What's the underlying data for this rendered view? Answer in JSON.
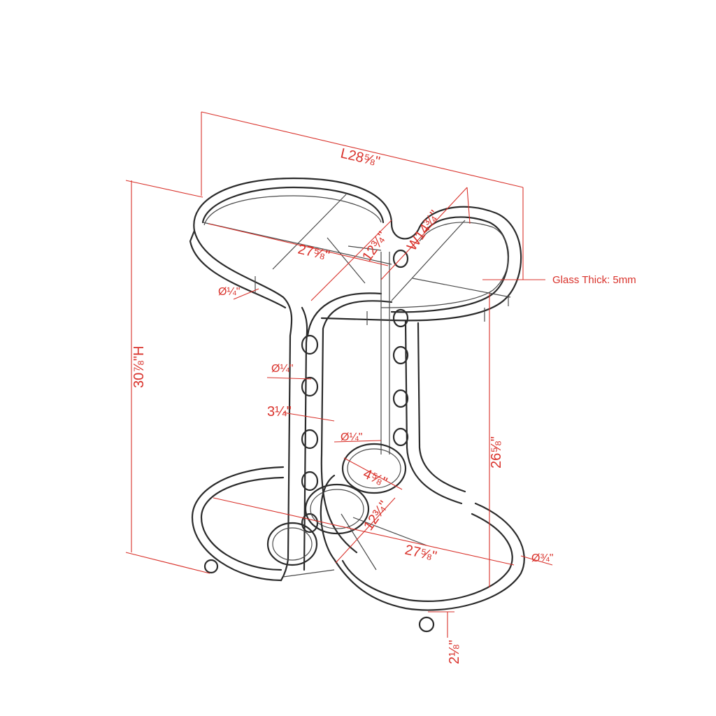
{
  "dimensions": {
    "length": "L28⅝\"",
    "height": "30⅞\"H",
    "width": "W14¾\"",
    "top_span": "27⅝\"",
    "top_depth": "12¾\"",
    "tube_top": "Ø¼\"",
    "tube_mid": "Ø¼\"",
    "ring_gap": "3¼\"",
    "ring_tube": "Ø¼\"",
    "ring_diameter": "4⅝\"",
    "bottom_depth": "12¾\"",
    "bottom_span": "27⅝\"",
    "shelf_height": "26⅝\"",
    "frame_tube": "Ø¾\"",
    "clearance": "2⅛\""
  },
  "glass_note": "Glass Thick: 5mm",
  "colors": {
    "dimension": "#d9322b",
    "frame": "#2b2b2b"
  }
}
